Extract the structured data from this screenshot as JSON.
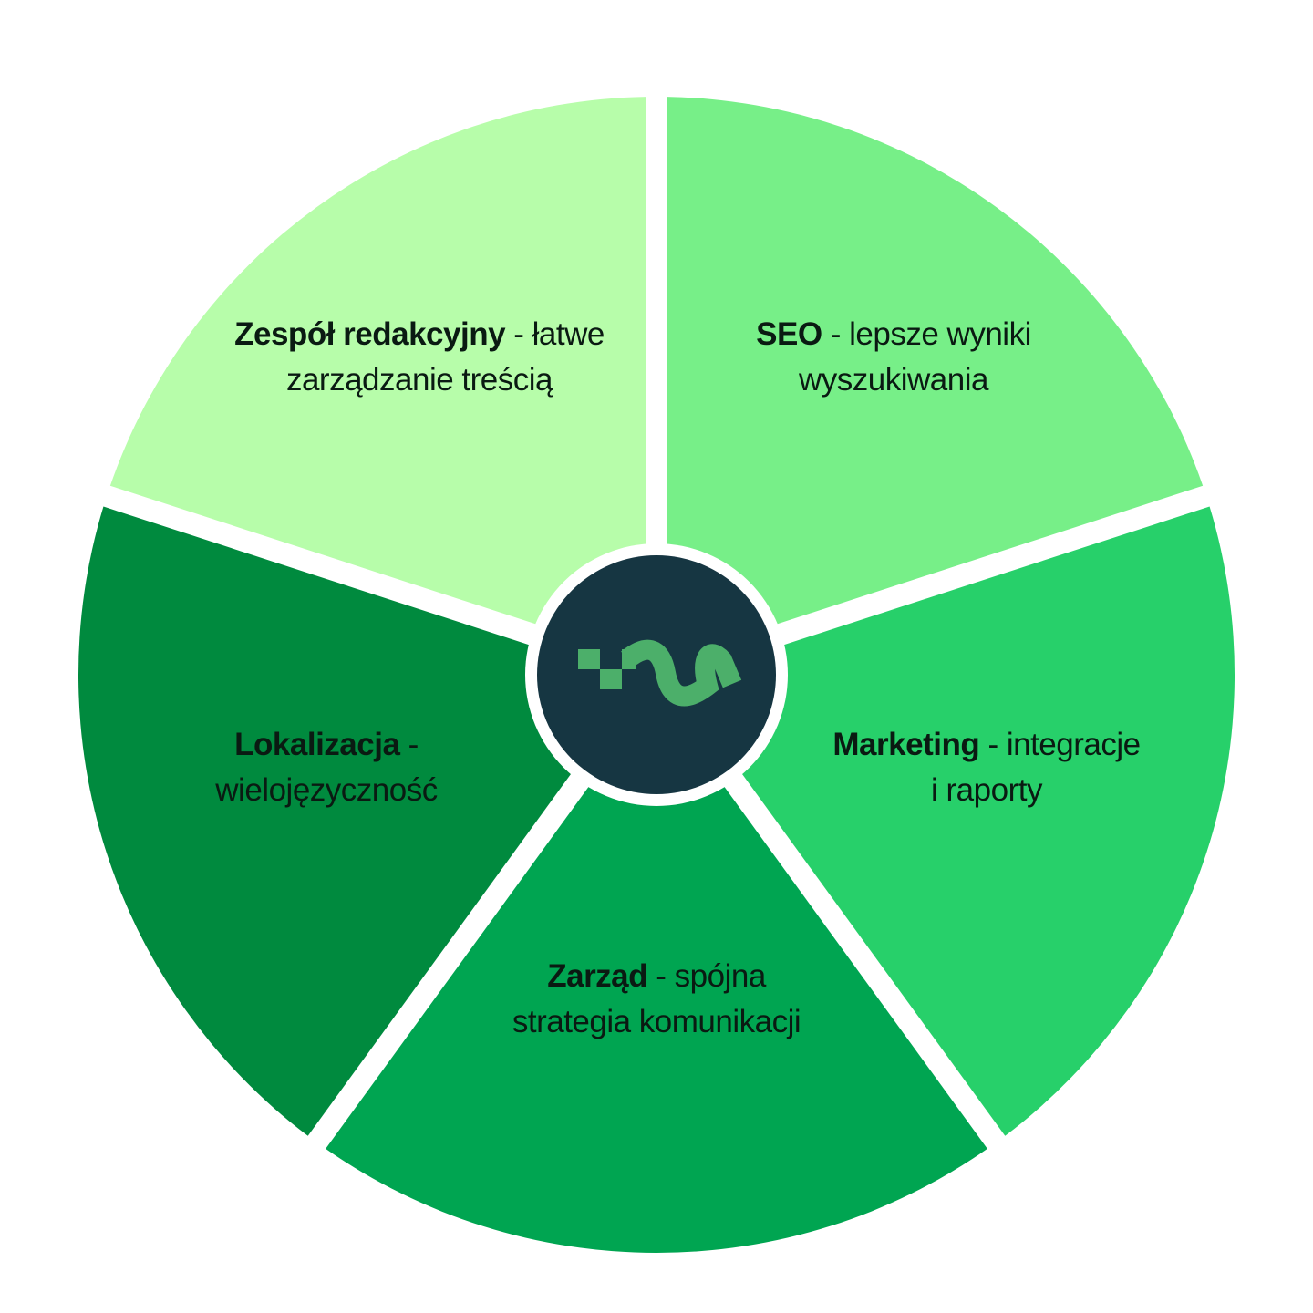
{
  "hub": {
    "color": "#163642",
    "logo_color": "#4caf6a",
    "logo_icon": "brand-wave-logo"
  },
  "segments": [
    {
      "title": "Zespół redakcyjny",
      "separator": " - ",
      "line1_rest": "łatwe",
      "line2": "zarządzanie treścią",
      "color": "#b7fdaa"
    },
    {
      "title": "SEO",
      "separator": " - ",
      "line1_rest": "lepsze wyniki",
      "line2": "wyszukiwania",
      "color": "#77ef88"
    },
    {
      "title": "Marketing",
      "separator": " - ",
      "line1_rest": "integracje",
      "line2": "i raporty",
      "color": "#27d06a"
    },
    {
      "title": "Zarząd",
      "separator": " - ",
      "line1_rest": "spójna",
      "line2": "strategia komunikacji",
      "color": "#00a551"
    },
    {
      "title": "Lokalizacja",
      "separator": " - ",
      "line1_rest": "",
      "line2": "wielojęzyczność",
      "color": "#008a3e"
    }
  ]
}
